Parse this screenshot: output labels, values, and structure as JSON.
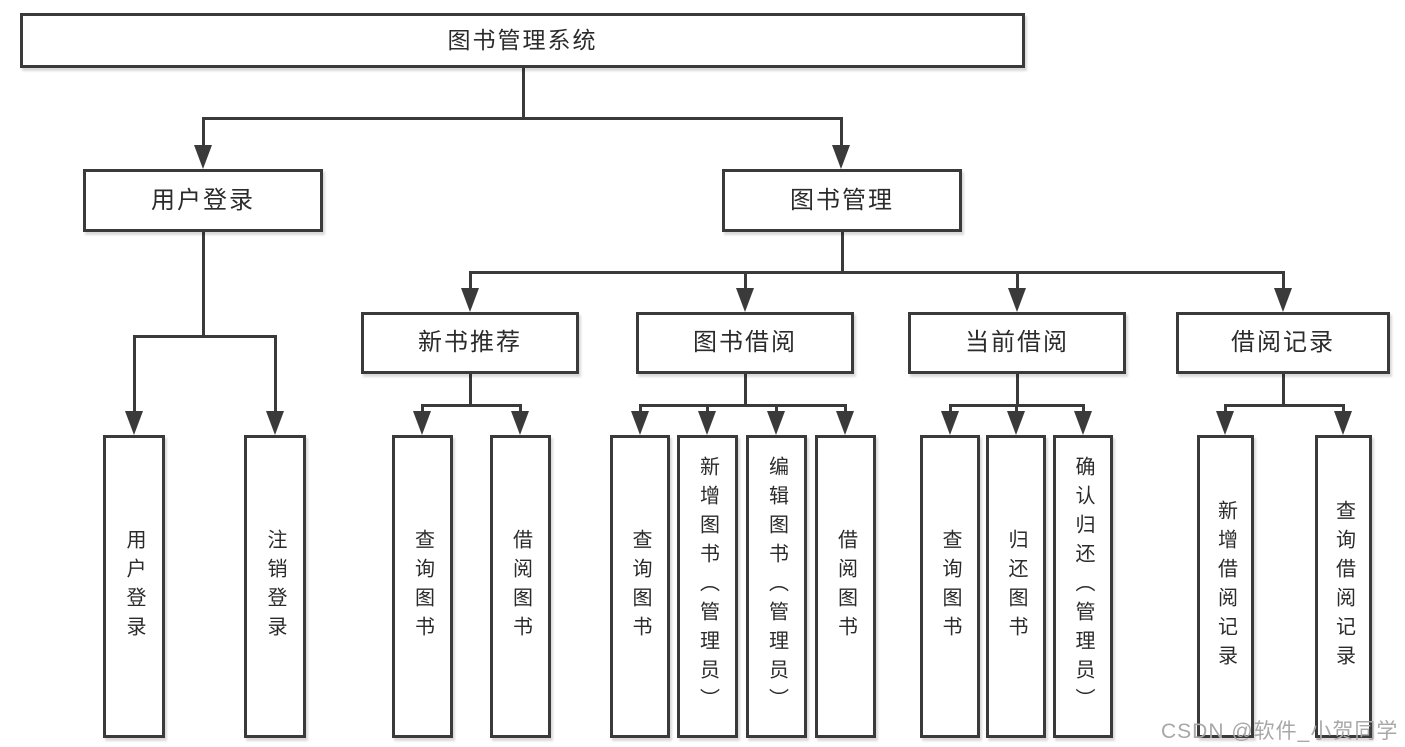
{
  "tree": {
    "root": {
      "label": "图书管理系统",
      "children": [
        {
          "label": "用户登录",
          "children": [
            {
              "label": "用户登录"
            },
            {
              "label": "注销登录"
            }
          ]
        },
        {
          "label": "图书管理",
          "children": [
            {
              "label": "新书推荐",
              "children": [
                {
                  "label": "查询图书"
                },
                {
                  "label": "借阅图书"
                }
              ]
            },
            {
              "label": "图书借阅",
              "children": [
                {
                  "label": "查询图书"
                },
                {
                  "label": "新增图书（管理员）"
                },
                {
                  "label": "编辑图书（管理员）"
                },
                {
                  "label": "借阅图书"
                }
              ]
            },
            {
              "label": "当前借阅",
              "children": [
                {
                  "label": "查询图书"
                },
                {
                  "label": "归还图书"
                },
                {
                  "label": "确认归还（管理员）"
                }
              ]
            },
            {
              "label": "借阅记录",
              "children": [
                {
                  "label": "新增借阅记录"
                },
                {
                  "label": "查询借阅记录"
                }
              ]
            }
          ]
        }
      ]
    }
  },
  "watermark": {
    "text": "CSDN @软件_小贺同学"
  },
  "icons": {
    "connector_arrow": "arrow-down-icon"
  },
  "colors": {
    "line": "#3a3a3a",
    "text": "#2b2b2b",
    "box_fill": "#ffffff",
    "background": "#ffffff",
    "watermark_text": "#a8a8a8"
  }
}
